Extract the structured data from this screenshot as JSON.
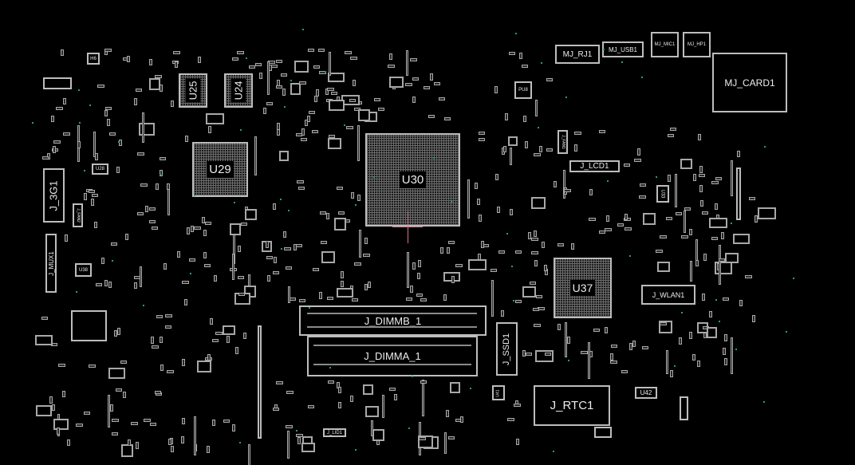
{
  "board": {
    "components": {
      "mj_rj1": "MJ_RJ1",
      "mj_usb1": "MJ_USB1",
      "mj_mic1": "MJ_MIC1",
      "mj_hp1": "MJ_HP1",
      "mj_card1": "MJ_CARD1",
      "h6": "H6",
      "u25": "U25",
      "u24": "U24",
      "u29": "U29",
      "u28": "U28",
      "j_3g1": "J_3G1",
      "j_fan2": "J_FAN2",
      "j_mux1": "J_MUX1",
      "u38": "U38",
      "u30": "U30",
      "pu8": "PU8",
      "j_fan1": "J_FAN1",
      "j_lcd1": "J_LCD1",
      "u33": "U33",
      "u37": "U37",
      "j_wlan1": "J_WLAN1",
      "j_dimmb_1": "J_DIMMB_1",
      "j_dimma_1": "J_DIMMA_1",
      "j_ssd1": "J_SSD1",
      "u41": "U41",
      "j_rtc1": "J_RTC1",
      "u42": "U42",
      "j_lid1": "J_LID1"
    },
    "colors": {
      "background": "#000000",
      "outline": "#bdbdbd",
      "via": "#1c9c9c",
      "cursor": "#d4788c"
    }
  }
}
